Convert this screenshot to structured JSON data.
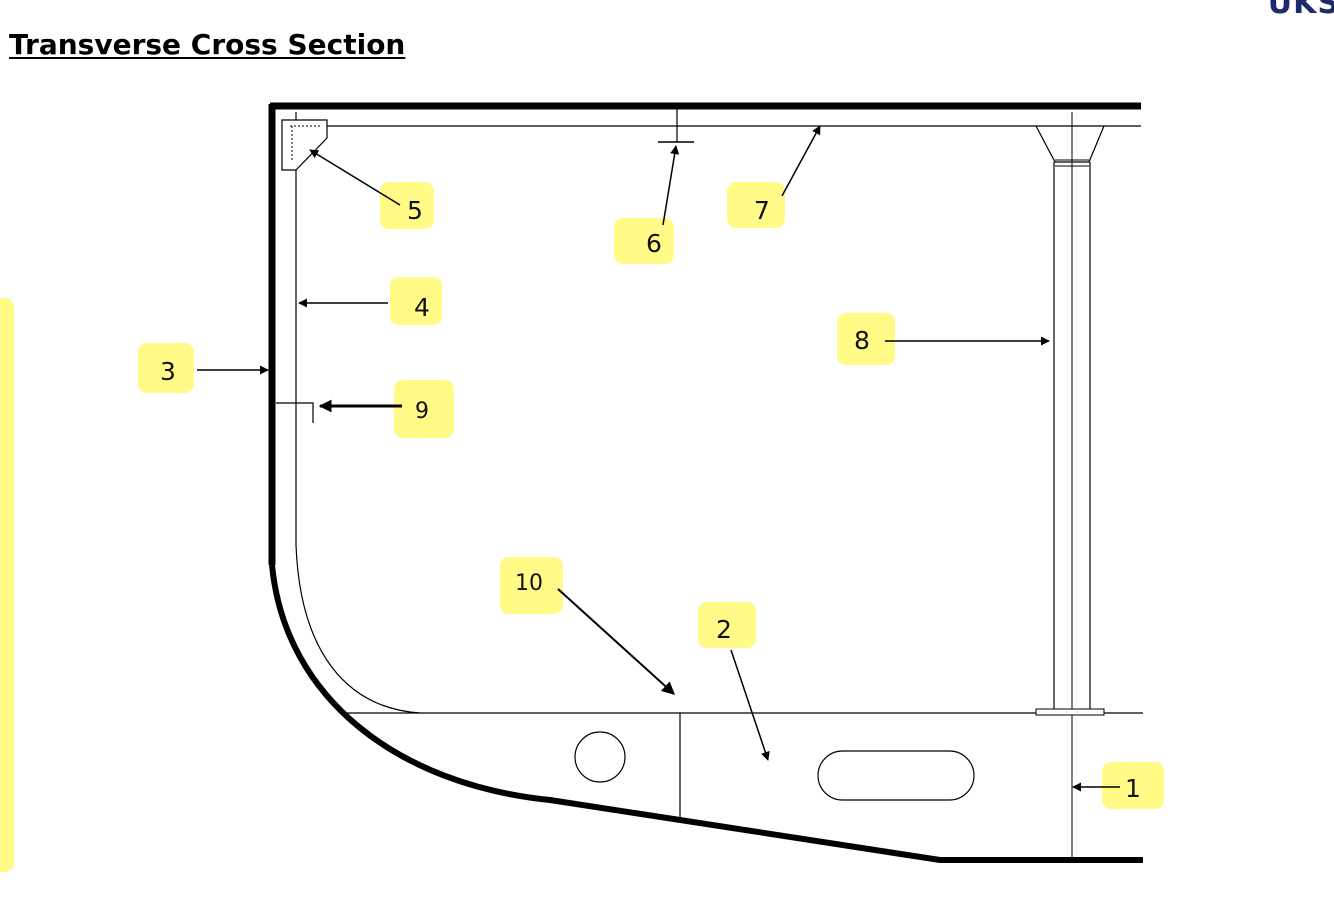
{
  "title": "Transverse Cross Section",
  "logo": {
    "text": "UKS",
    "color": "#1f2a6b"
  },
  "highlight_color": "#fffb86",
  "callouts": [
    {
      "id": "1",
      "label": "1"
    },
    {
      "id": "2",
      "label": "2"
    },
    {
      "id": "3",
      "label": "3"
    },
    {
      "id": "4",
      "label": "4"
    },
    {
      "id": "5",
      "label": "5"
    },
    {
      "id": "6",
      "label": "6"
    },
    {
      "id": "7",
      "label": "7"
    },
    {
      "id": "8",
      "label": "8"
    },
    {
      "id": "9",
      "label": "9"
    },
    {
      "id": "10",
      "label": "10"
    }
  ]
}
